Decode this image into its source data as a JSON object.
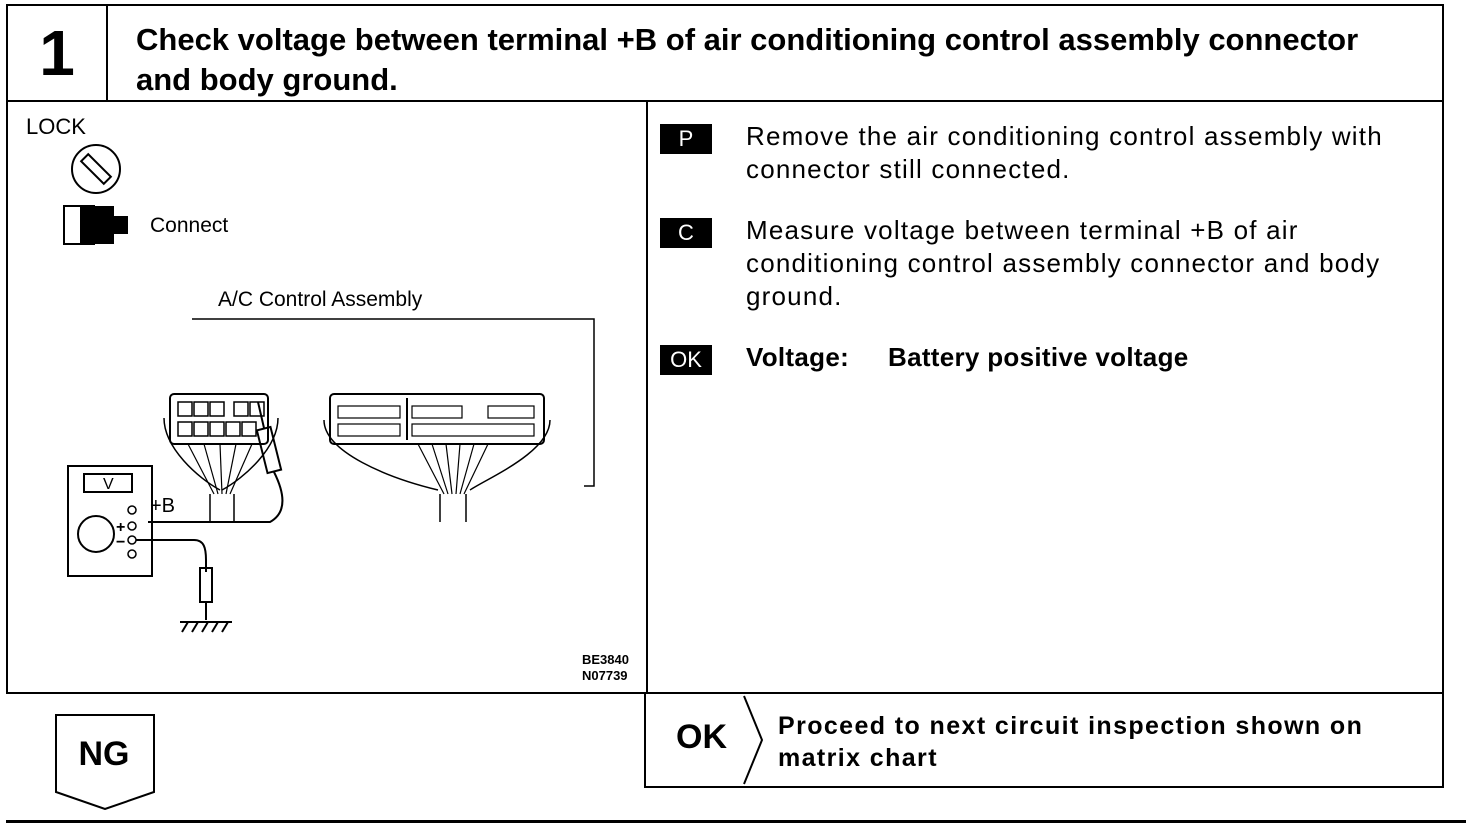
{
  "step": {
    "number": "1",
    "title": "Check voltage between terminal +B of air conditioning control assembly connector and body ground."
  },
  "figure": {
    "lock_label": "LOCK",
    "connect_label": "Connect",
    "assembly_label": "A/C Control Assembly",
    "voltmeter_label": "V",
    "terminal_label": "+B",
    "plus_sign": "+",
    "minus_sign": "−",
    "code_1": "BE3840",
    "code_2": "N07739"
  },
  "instructions": [
    {
      "badge": "P",
      "text": "Remove the air conditioning control assembly with connector still connected."
    },
    {
      "badge": "C",
      "text": "Measure voltage between terminal +B of air conditioning control assembly connector and body ground."
    }
  ],
  "ok_spec": {
    "badge": "OK",
    "label": "Voltage:",
    "value": "Battery positive voltage"
  },
  "results": {
    "ok_label": "OK",
    "ok_text": "Proceed to next circuit inspection shown on matrix chart",
    "ng_label": "NG"
  }
}
